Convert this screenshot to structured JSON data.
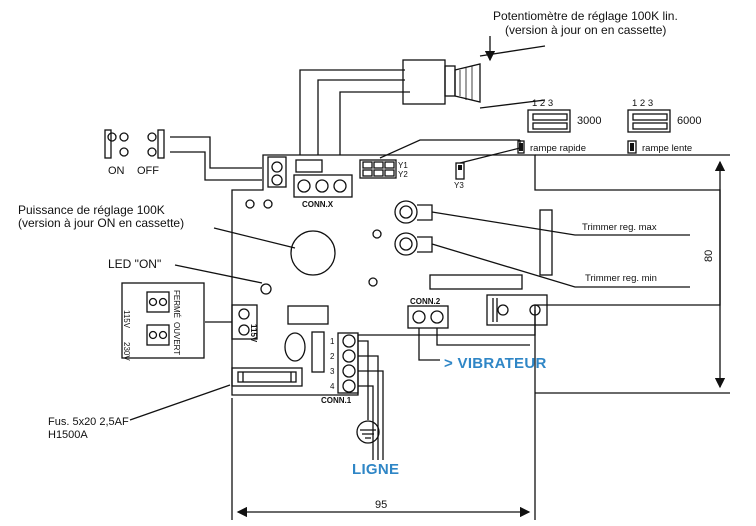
{
  "labels": {
    "pot_line1": "Potentiomètre de réglage 100K lin.",
    "pot_line2": "(version à jour on en cassette)",
    "power_line1": "Puissance de réglage 100K",
    "power_line2": "(version à jour ON en cassette)",
    "led_on": "LED \"ON\"",
    "fuse_line1": "Fus. 5x20 2,5AF",
    "fuse_line2": "H1500A",
    "on": "ON",
    "off": "OFF",
    "conn_x": "CONN.X",
    "conn_1": "CONN.1",
    "conn_2": "CONN.2",
    "y1": "Y1",
    "y2": "Y2",
    "y3": "Y3",
    "j_3000": "3000",
    "j_6000": "6000",
    "j_123a": "1 2 3",
    "j_123b": "1 2 3",
    "rampe_rapide": "rampe rapide",
    "rampe_lente": "rampe lente",
    "trim_max": "Trimmer reg. max",
    "trim_min": "Trimmer reg. min",
    "vibrateur": "> VIBRATEUR",
    "ligne": "LIGNE",
    "v115": "115V",
    "sw_115v": "115V",
    "sw_230v": "230V",
    "sw_fermé": "FERMÉ",
    "sw_ouvert": "OUVERT",
    "pin1": "1",
    "pin2": "2",
    "pin3": "3",
    "pin4": "4"
  },
  "dimensions": {
    "width": "95",
    "height": "80"
  }
}
